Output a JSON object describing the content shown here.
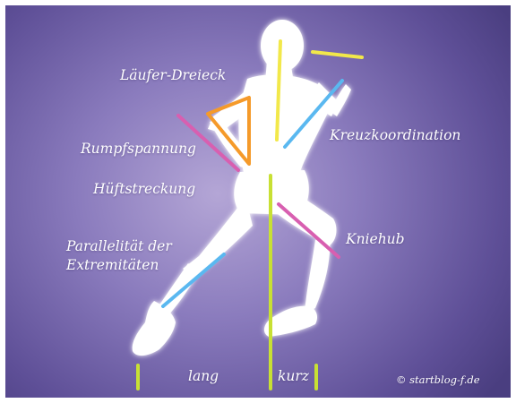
{
  "labels": {
    "laeufer_dreieck": "Läufer-Dreieck",
    "rumpfspannung": "Rumpfspannung",
    "hueftstreckung": "Hüftstreckung",
    "parallelitaet_line1": "Parallelität der",
    "parallelitaet_line2": "Extremitäten",
    "kreuzkoordination": "Kreuzkoordination",
    "kniehub": "Kniehub",
    "lang": "lang",
    "kurz": "kurz",
    "copyright": "© startblog-f.de"
  },
  "colors": {
    "background": "#6a5ba6",
    "runner": "#ffffff",
    "yellow": "#f2e84a",
    "blue": "#5ab8f0",
    "pink": "#d85fb0",
    "orange": "#f59a2a",
    "green": "#c8e034"
  }
}
